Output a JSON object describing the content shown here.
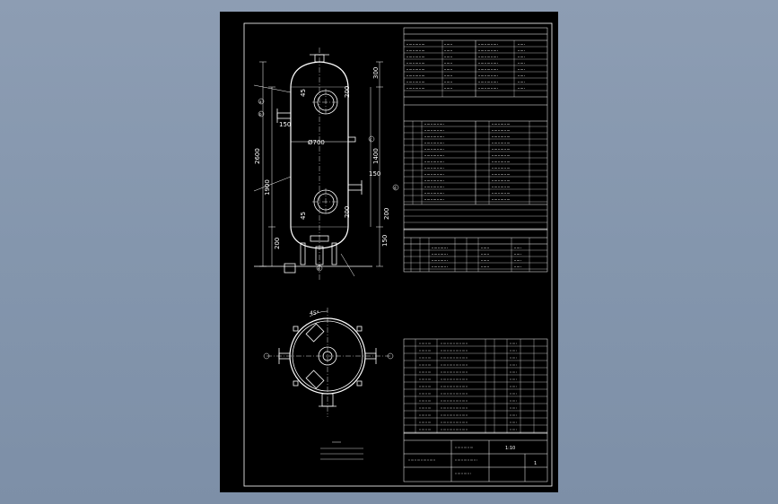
{
  "drawing": {
    "dimensions": {
      "diameter": "Ø700",
      "overall_height": "2600",
      "shell_height": "1900",
      "nozzle_offset_top": "150",
      "nozzle_offset_right": "150",
      "right_offset": "1400",
      "top_nozzle_offset": "300",
      "manhole_top": "200",
      "manhole_bottom": "200",
      "manhole_label_top": "45",
      "manhole_label_bottom": "45",
      "bottom_height": "150",
      "left_bottom": "200",
      "right_bottom": "150",
      "mid_right": "200"
    },
    "nozzle_marks": [
      "a",
      "b",
      "c",
      "d",
      "e"
    ],
    "plan_angle": "45°",
    "title_block": {
      "scale": "1:10",
      "sheet": "1"
    }
  },
  "colors": {
    "desktop": "#8d9db3",
    "paper": "#000000",
    "ink": "#ffffff"
  }
}
